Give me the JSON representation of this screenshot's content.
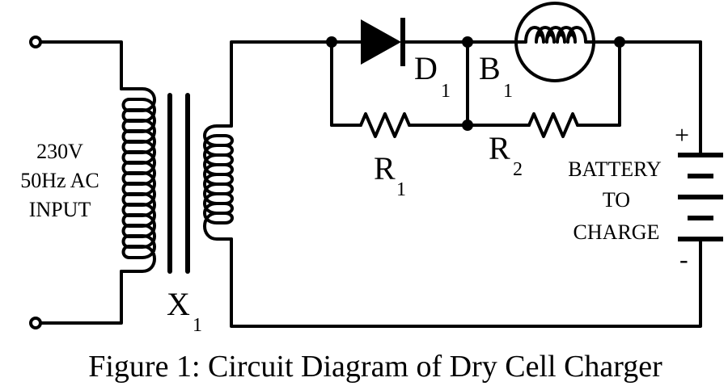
{
  "input": {
    "line1": "230V",
    "line2": "50Hz AC",
    "line3": "INPUT"
  },
  "components": {
    "transformer": {
      "letter": "X",
      "sub": "1"
    },
    "diode": {
      "letter": "D",
      "sub": "1"
    },
    "bulb": {
      "letter": "B",
      "sub": "1"
    },
    "r1": {
      "letter": "R",
      "sub": "1"
    },
    "r2": {
      "letter": "R",
      "sub": "2"
    }
  },
  "battery": {
    "line1": "BATTERY",
    "line2": "TO",
    "line3": "CHARGE",
    "plus": "+",
    "minus": "-"
  },
  "caption": "Figure 1: Circuit Diagram of Dry Cell Charger",
  "colors": {
    "ink": "#000000",
    "background": "#ffffff"
  }
}
